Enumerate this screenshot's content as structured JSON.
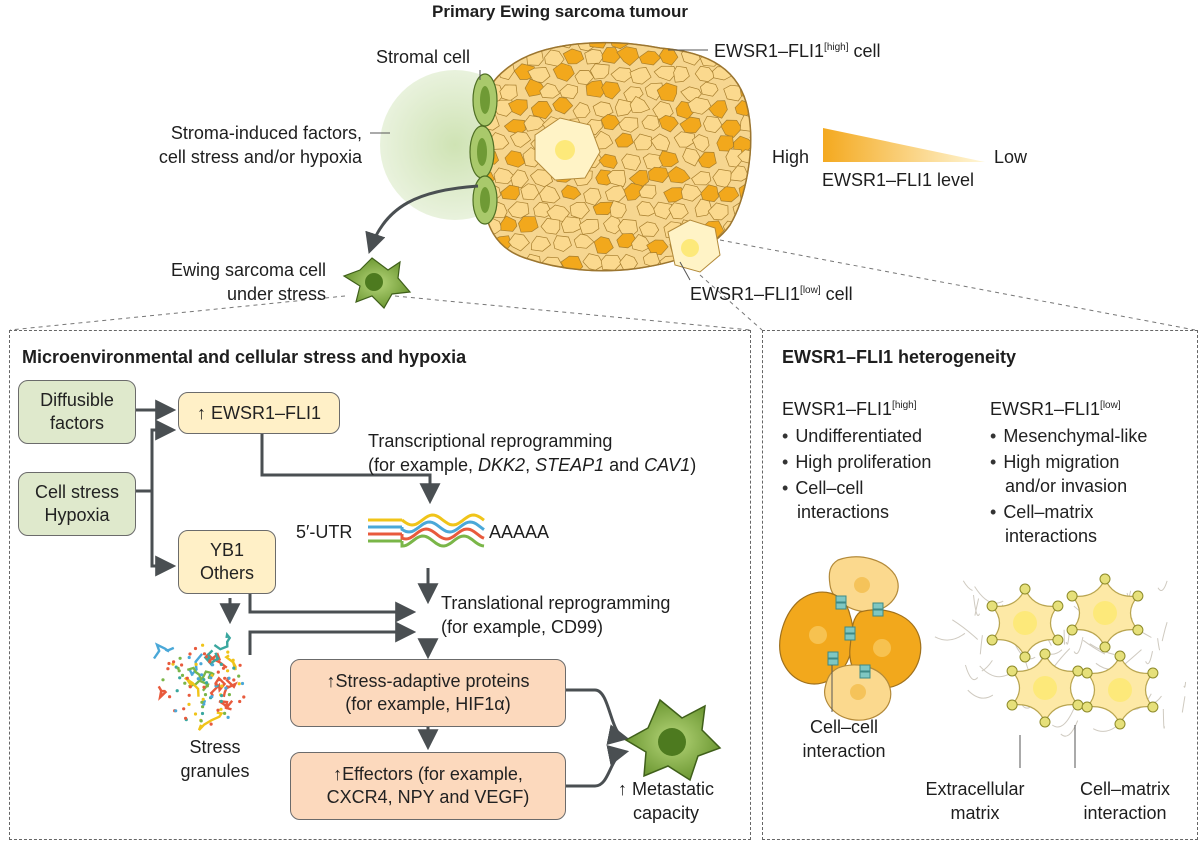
{
  "top": {
    "title": "Primary Ewing sarcoma tumour",
    "stromal_cell": "Stromal cell",
    "high_cell_prefix": "EWSR1–FLI1",
    "high_cell_sup": "[high]",
    "high_cell_suffix": " cell",
    "low_cell_prefix": "EWSR1–FLI1",
    "low_cell_sup": "[low]",
    "low_cell_suffix": " cell",
    "stroma_factors_line1": "Stroma-induced factors,",
    "stroma_factors_line2": "cell stress and/or hypoxia",
    "stressed_cell_line1": "Ewing sarcoma cell",
    "stressed_cell_line2": "under stress",
    "legend_high": "High",
    "legend_low": "Low",
    "legend_label": "EWSR1–FLI1 level"
  },
  "left_panel": {
    "title": "Microenvironmental and cellular stress and hypoxia",
    "diffusible_line1": "Diffusible",
    "diffusible_line2": "factors",
    "stress_line1": "Cell stress",
    "stress_line2": "Hypoxia",
    "ewsr1_box": "↑ EWSR1–FLI1",
    "yb1_line1": "YB1",
    "yb1_line2": "Others",
    "transcriptional_line1": "Transcriptional reprogramming",
    "transcriptional_pre": "(for example, ",
    "gene1": "DKK2",
    "sep1": ", ",
    "gene2": "STEAP1",
    "sep2": " and ",
    "gene3": "CAV1",
    "close": ")",
    "utr_label": "5′-UTR",
    "polya_label": "AAAAA",
    "translational_line1": "Translational reprogramming",
    "translational_line2": "(for example, CD99)",
    "granules_line1": "Stress",
    "granules_line2": "granules",
    "adaptive_line1": "↑Stress-adaptive proteins",
    "adaptive_line2": "(for example, HIF1α)",
    "effectors_line1": "↑Effectors (for example,",
    "effectors_line2": "CXCR4, NPY and VEGF)",
    "metastatic_line1": "↑ Metastatic",
    "metastatic_line2": "capacity"
  },
  "right_panel": {
    "title": "EWSR1–FLI1 heterogeneity",
    "high_head_prefix": "EWSR1–FLI1",
    "high_head_sup": "[high]",
    "low_head_prefix": "EWSR1–FLI1",
    "low_head_sup": "[low]",
    "high_items": [
      "Undifferentiated",
      "High proliferation",
      "Cell–cell",
      "interactions"
    ],
    "low_items": [
      "Mesenchymal-like",
      "High migration",
      "and/or invasion",
      "Cell–matrix",
      "interactions"
    ],
    "cc_line1": "Cell–cell",
    "cc_line2": "interaction",
    "ecm_line1": "Extracellular",
    "ecm_line2": "matrix",
    "cm_line1": "Cell–matrix",
    "cm_line2": "interaction"
  },
  "colors": {
    "high_cell": "#f2a81c",
    "low_cell": "#fde9a6",
    "green_box": "#dfe9cc",
    "yellow_box": "#fff0c7",
    "peach_box": "#fcd9bd",
    "stress_cell": "#9bbf55",
    "mrna": [
      "#f0c419",
      "#4aa8d8",
      "#e85a3c",
      "#7ab648"
    ]
  }
}
